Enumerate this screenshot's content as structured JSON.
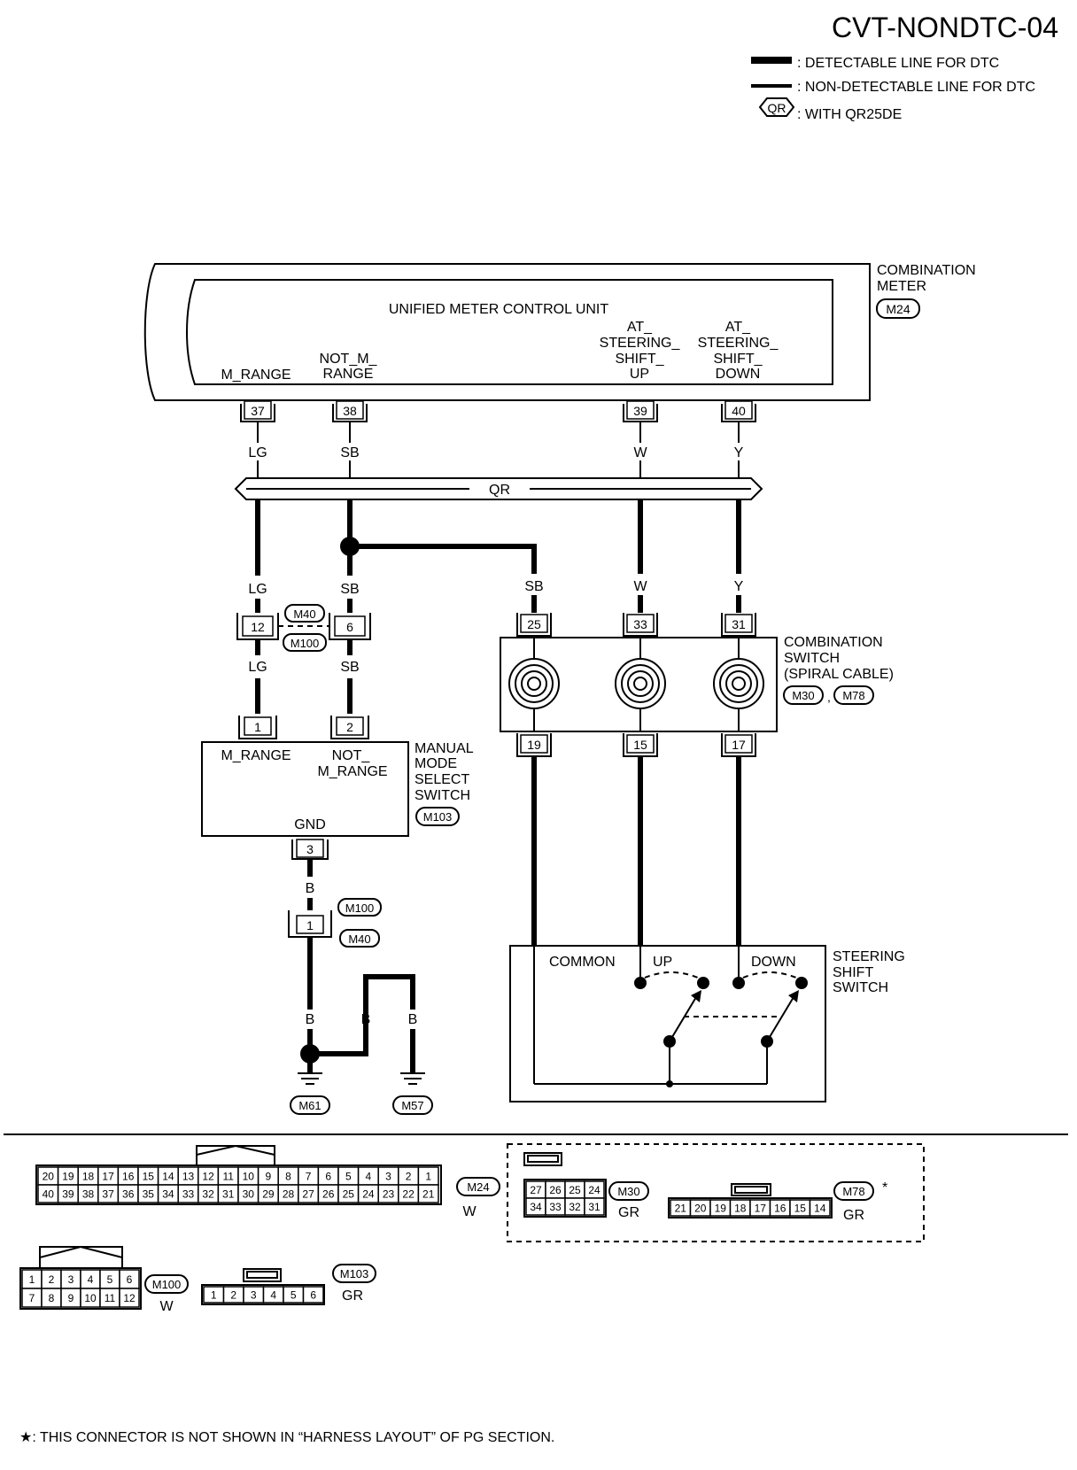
{
  "header": {
    "title": "CVT-NONDTC-04",
    "legend": {
      "detectable": ": DETECTABLE LINE FOR DTC",
      "non_detectable": ": NON-DETECTABLE LINE FOR DTC",
      "qr_badge": "QR",
      "qr_text": ": WITH QR25DE"
    }
  },
  "combination_meter": {
    "label1": "COMBINATION",
    "label2": "METER",
    "connector": "M24",
    "unit_title": "UNIFIED  METER  CONTROL UNIT",
    "pin_names": {
      "m_range": "M_RANGE",
      "not_m_range_1": "NOT_M_",
      "not_m_range_2": "RANGE",
      "up_1": "AT_",
      "up_2": "STEERING_",
      "up_3": "SHIFT_",
      "up_4": "UP",
      "down_1": "AT_",
      "down_2": "STEERING_",
      "down_3": "SHIFT_",
      "down_4": "DOWN"
    },
    "pins": [
      "37",
      "38",
      "39",
      "40"
    ]
  },
  "wires": {
    "lg": "LG",
    "sb": "SB",
    "w": "W",
    "y": "Y",
    "b": "B",
    "qr_bus": "QR"
  },
  "joint_connector": {
    "pin_lg": "12",
    "pin_sb": "6",
    "conn_a": "M40",
    "conn_b": "M100"
  },
  "manual_mode_switch": {
    "label1": "MANUAL",
    "label2": "MODE",
    "label3": "SELECT",
    "label4": "SWITCH",
    "connector": "M103",
    "pin1": "1",
    "pin2": "2",
    "pin3": "3",
    "m_range": "M_RANGE",
    "not_1": "NOT_",
    "not_2": "M_RANGE",
    "gnd": "GND"
  },
  "ground_joint": {
    "pin": "1",
    "conn_a": "M100",
    "conn_b": "M40",
    "ground1": "M61",
    "ground2": "M57"
  },
  "combination_switch": {
    "label1": "COMBINATION",
    "label2": "SWITCH",
    "label3": "(SPIRAL CABLE)",
    "conn_a": "M30",
    "conn_sep": ",",
    "conn_b": "M78",
    "top_pins": [
      "25",
      "33",
      "31"
    ],
    "bottom_pins": [
      "19",
      "15",
      "17"
    ]
  },
  "steering_switch": {
    "label1": "STEERING",
    "label2": "SHIFT",
    "label3": "SWITCH",
    "common": "COMMON",
    "up": "UP",
    "down": "DOWN"
  },
  "connector_views": {
    "m24": {
      "name": "M24",
      "color": "W",
      "row1": [
        "20",
        "19",
        "18",
        "17",
        "16",
        "15",
        "14",
        "13",
        "12",
        "11",
        "10",
        "9",
        "8",
        "7",
        "6",
        "5",
        "4",
        "3",
        "2",
        "1"
      ],
      "row2": [
        "40",
        "39",
        "38",
        "37",
        "36",
        "35",
        "34",
        "33",
        "32",
        "31",
        "30",
        "29",
        "28",
        "27",
        "26",
        "25",
        "24",
        "23",
        "22",
        "21"
      ]
    },
    "m30": {
      "name": "M30",
      "color": "GR",
      "row1": [
        "27",
        "26",
        "25",
        "24"
      ],
      "row2": [
        "34",
        "33",
        "32",
        "31"
      ]
    },
    "m78": {
      "name": "M78",
      "color": "GR",
      "star": "*",
      "row1": [
        "21",
        "20",
        "19",
        "18",
        "17",
        "16",
        "15",
        "14"
      ]
    },
    "m100": {
      "name": "M100",
      "color": "W",
      "row1": [
        "1",
        "2",
        "3",
        "4",
        "5",
        "6"
      ],
      "row2": [
        "7",
        "8",
        "9",
        "10",
        "11",
        "12"
      ]
    },
    "m103": {
      "name": "M103",
      "color": "GR",
      "row1": [
        "1",
        "2",
        "3",
        "4",
        "5",
        "6"
      ]
    }
  },
  "footnote": "★: THIS CONNECTOR IS NOT SHOWN IN “HARNESS LAYOUT” OF PG SECTION."
}
